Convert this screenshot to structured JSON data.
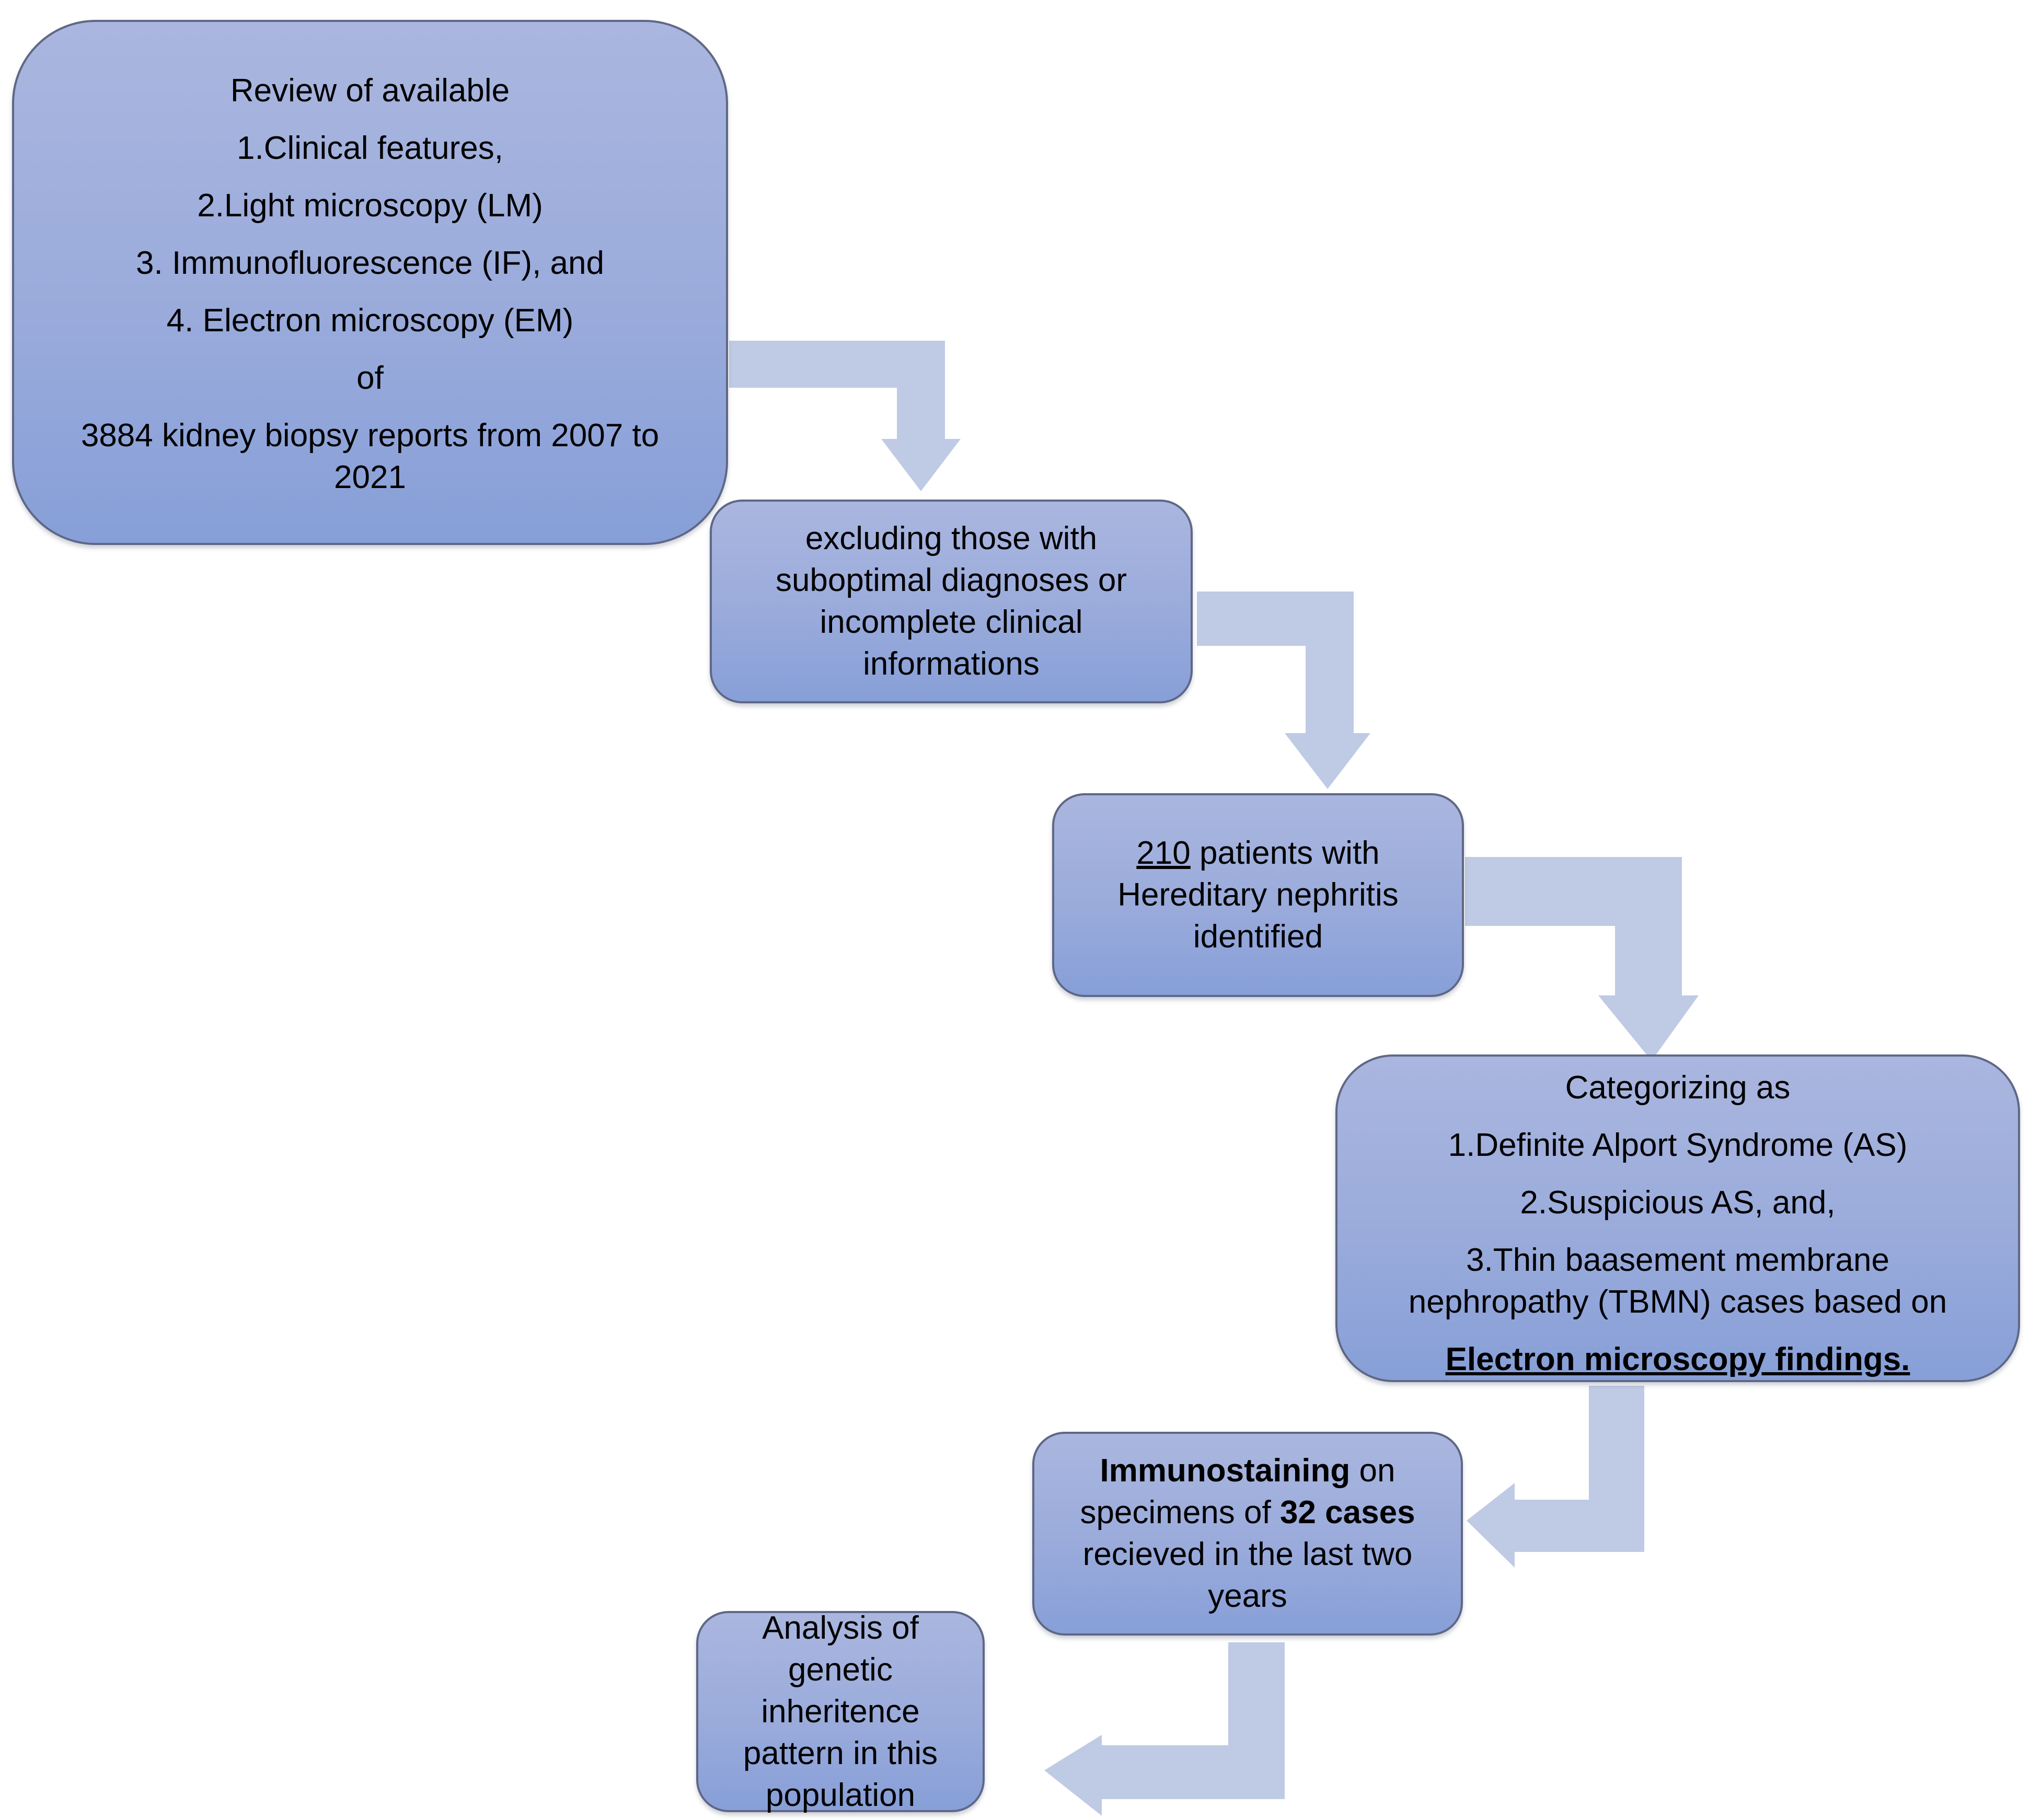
{
  "diagram": {
    "box1": {
      "title": "Review of available",
      "item1": "1.Clinical features,",
      "item2": "2.Light microscopy (LM)",
      "item3": "3. Immunofluorescence (IF), and",
      "item4": "4. Electron microscopy (EM)",
      "of": "of",
      "line_a": "3884 kidney biopsy reports from 2007 to",
      "line_b": "2021"
    },
    "box2": {
      "line1": "excluding those with",
      "line2": "suboptimal diagnoses or",
      "line3": "incomplete clinical",
      "line4": "informations"
    },
    "box3": {
      "count": "210",
      "line1_rest": " patients with",
      "line2": "Hereditary nephritis",
      "line3": "identified"
    },
    "box4": {
      "title": "Categorizing as",
      "item1": "1.Definite Alport Syndrome (AS)",
      "item2": "2.Suspicious AS, and,",
      "item3a": "3.Thin baasement membrane",
      "item3b": "nephropathy (TBMN) cases based on",
      "basis": "Electron microscopy findings."
    },
    "box5": {
      "bold1": "Immunostaining",
      "rest1": " on",
      "line2_pre": "specimens of ",
      "bold2": "32 cases",
      "line3": "recieved in the last two",
      "line4": "years"
    },
    "box6": {
      "line1": "Analysis of",
      "line2": "genetic",
      "line3": "inheritence",
      "line4": "pattern in this",
      "line5": "population"
    }
  },
  "colors": {
    "box_fill_top": "#aab6df",
    "box_fill_bottom": "#879fd8",
    "box_border": "#5e6785",
    "arrow_fill": "#bfcae4"
  }
}
